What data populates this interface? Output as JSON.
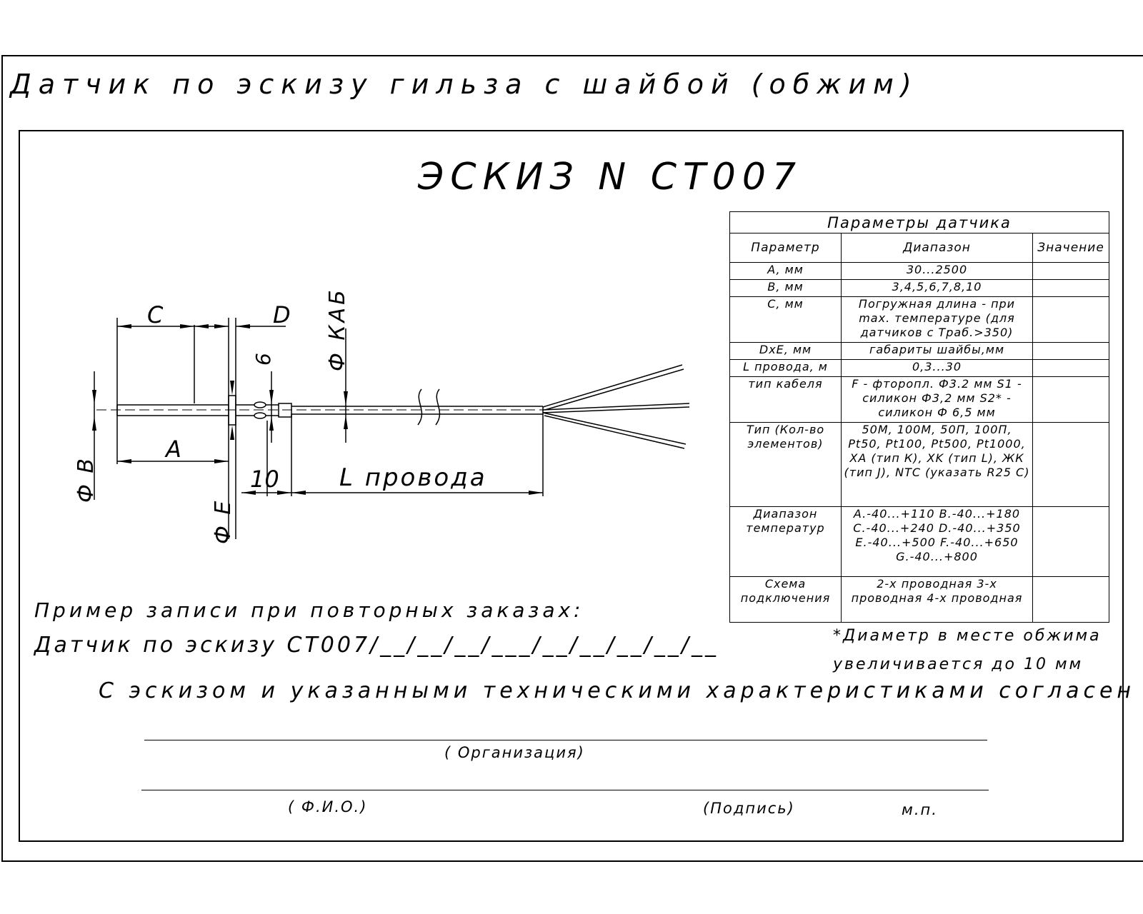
{
  "sheet": {
    "title": "Датчик по эскизу гильза с шайбой (обжим)"
  },
  "sketch": {
    "title": "ЭСКИЗ N CT007"
  },
  "drawing": {
    "labels": {
      "c": "C",
      "d": "D",
      "phi_cable": "Ф КАБ",
      "six": "6",
      "a": "A",
      "phi_b": "Ф B",
      "phi_e": "Ф E",
      "ten": "10",
      "l_wire": "L провода"
    }
  },
  "table": {
    "caption": "Параметры датчика",
    "headers": [
      "Параметр",
      "Диапазон",
      "Значение"
    ],
    "rows": [
      {
        "param": "A, мм",
        "range": "30...2500",
        "value": ""
      },
      {
        "param": "B, мм",
        "range": "3,4,5,6,7,8,10",
        "value": ""
      },
      {
        "param": "C, мм",
        "range": "Погружная длина - при max. температуре (для датчиков с Траб.>350)",
        "value": ""
      },
      {
        "param": "DxE, мм",
        "range": "габариты шайбы,мм",
        "value": ""
      },
      {
        "param": "L провода, м",
        "range": "0,3...30",
        "value": ""
      },
      {
        "param": "тип кабеля",
        "range": "F - фторопл. Ф3.2 мм S1 - силикон Ф3,2 мм S2* - силикон Ф 6,5 мм",
        "value": ""
      },
      {
        "param": "Тип (Кол-во элементов)",
        "range": "50М, 100М, 50П, 100П, Pt50, Pt100, Pt500, Pt1000, XA (тип К), XK (тип L), ЖК (тип J), NTC (указать R25 C)",
        "value": ""
      },
      {
        "param": "Диапазон температур",
        "range": "A.-40...+110 B.-40...+180 C.-40...+240 D.-40...+350 E.-40...+500 F.-40...+650 G.-40...+800",
        "value": ""
      },
      {
        "param": "Схема подключения",
        "range": "2-х проводная 3-х проводная 4-х проводная",
        "value": ""
      }
    ]
  },
  "notes": {
    "example_title": "Пример записи при повторных заказах:",
    "example_code": "Датчик по эскизу CT007/__/__/__/___/__/__/__/__/__",
    "footnote_1": "*Диаметр в месте обжима",
    "footnote_2": "увеличивается до 10 мм",
    "agreement": "С эскизом  и указанными техническими характеристиками согласен"
  },
  "signature": {
    "organization": "( Организация)",
    "fio": "( Ф.И.О.)",
    "signature": "(Подпись)",
    "stamp": "м.п."
  }
}
